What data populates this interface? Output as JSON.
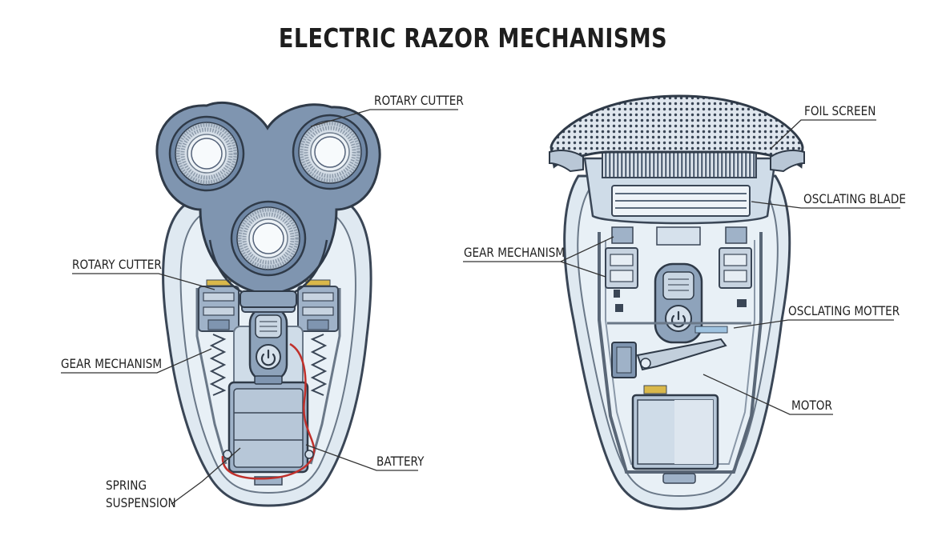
{
  "title": "ELECTRIC RAZOR MECHANISMS",
  "rotary_shaver": {
    "labels": {
      "rotary_cutter_top": "ROTARY CUTTER",
      "rotary_cutter_side": "ROTARY CUTTER",
      "gear_mechanism": "GEAR MECHANISM",
      "spring_suspension_line1": "SPRING",
      "spring_suspension_line2": "SUSPENSION",
      "battery": "BATTERY"
    }
  },
  "foil_shaver": {
    "labels": {
      "foil_screen": "FOIL SCREEN",
      "oscillating_blade": "OSCLATING BLADE",
      "gear_mechanism": "GEAR MECHANISM",
      "oscillating_motor": "OSCLATING MOTTER",
      "motor": "MOTOR"
    }
  },
  "colors": {
    "outline": "#3a4656",
    "body_fill": "#dfe9f1",
    "inner_fill": "#c9d8e6",
    "head_fill": "#7f95b0",
    "component_fill": "#9fb2c8",
    "wire": "#c0302b",
    "accent": "#d9b84a"
  },
  "icons": [
    "power-icon"
  ]
}
